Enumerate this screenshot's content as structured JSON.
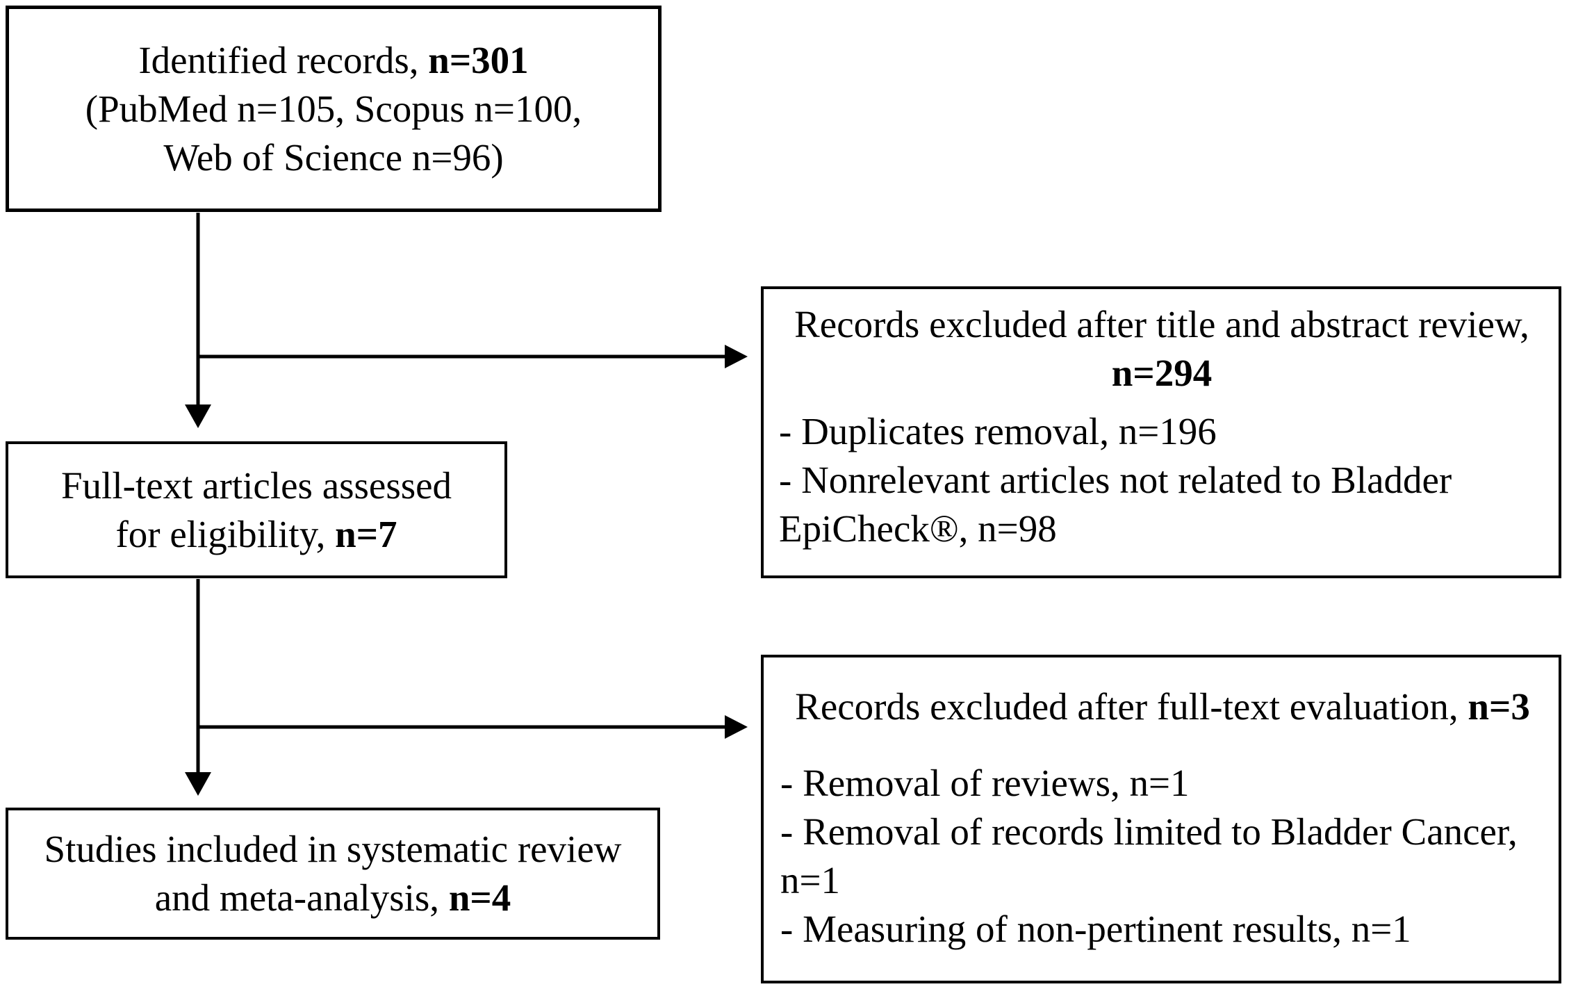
{
  "figure": {
    "background_color": "#ffffff",
    "line_color": "#000000",
    "type": "prisma-flow-diagram"
  },
  "boxes": {
    "identified": {
      "line1_text": "Identified records,",
      "line1_n": "n=301",
      "line2": "(PubMed n=105, Scopus n=100,",
      "line3": "Web of Science n=96)"
    },
    "fulltext_assessed": {
      "line1": "Full-text articles assessed",
      "line2_text": "for eligibility,",
      "line2_n": "n=7"
    },
    "excluded_title_abstract": {
      "header": "Records excluded after title and abstract review,",
      "header_n": "n=294",
      "bullets": [
        "- Duplicates removal, n=196",
        "- Nonrelevant articles not related to Bladder EpiCheck®, n=98"
      ]
    },
    "included": {
      "line1": "Studies included in systematic review",
      "line2_text": "and meta-analysis,",
      "line2_n": "n=4"
    },
    "excluded_fulltext": {
      "header_text": "Records excluded after full-text evaluation,",
      "header_n": "n=3",
      "bullets": [
        "- Removal of reviews, n=1",
        "- Removal of records limited to Bladder Cancer, n=1",
        "- Measuring of non-pertinent results, n=1"
      ]
    }
  }
}
